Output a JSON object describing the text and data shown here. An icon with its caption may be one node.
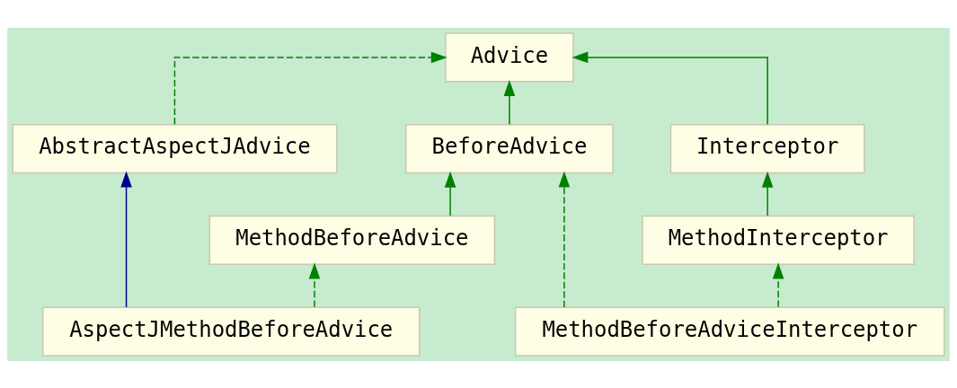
{
  "diagram": {
    "nodes": [
      {
        "text": [
          "Advice"
        ]
      },
      {
        "text": [
          "AbstractAspectJAdvice"
        ]
      },
      {
        "text": [
          "BeforeAdvice"
        ]
      },
      {
        "text": [
          "Interceptor"
        ]
      },
      {
        "text": [
          "MethodBeforeAdvice"
        ]
      },
      {
        "text": [
          "MethodInterceptor"
        ]
      },
      {
        "text": [
          "AspectJMethodBeforeAdvice"
        ]
      },
      {
        "text": [
          "MethodBeforeAdviceInterceptor"
        ]
      }
    ],
    "edges": [
      {
        "from": 1,
        "to": 0,
        "arrow": "to",
        "style": "dashed"
      },
      {
        "from": 2,
        "to": 0,
        "arrow": "to"
      },
      {
        "from": 3,
        "to": 0,
        "arrow": "to"
      },
      {
        "from": 4,
        "to": 2,
        "arrow": "to"
      },
      {
        "from": 5,
        "to": 3,
        "arrow": "to"
      },
      {
        "from": 6,
        "to": 1,
        "arrow": "to",
        "color": "#00008b"
      },
      {
        "from": 6,
        "to": 4,
        "arrow": "to",
        "style": "dashed"
      },
      {
        "from": 7,
        "to": 2,
        "arrow": "to",
        "style": "dashed"
      },
      {
        "from": 7,
        "to": 5,
        "arrow": "to",
        "style": "dashed"
      }
    ]
  }
}
